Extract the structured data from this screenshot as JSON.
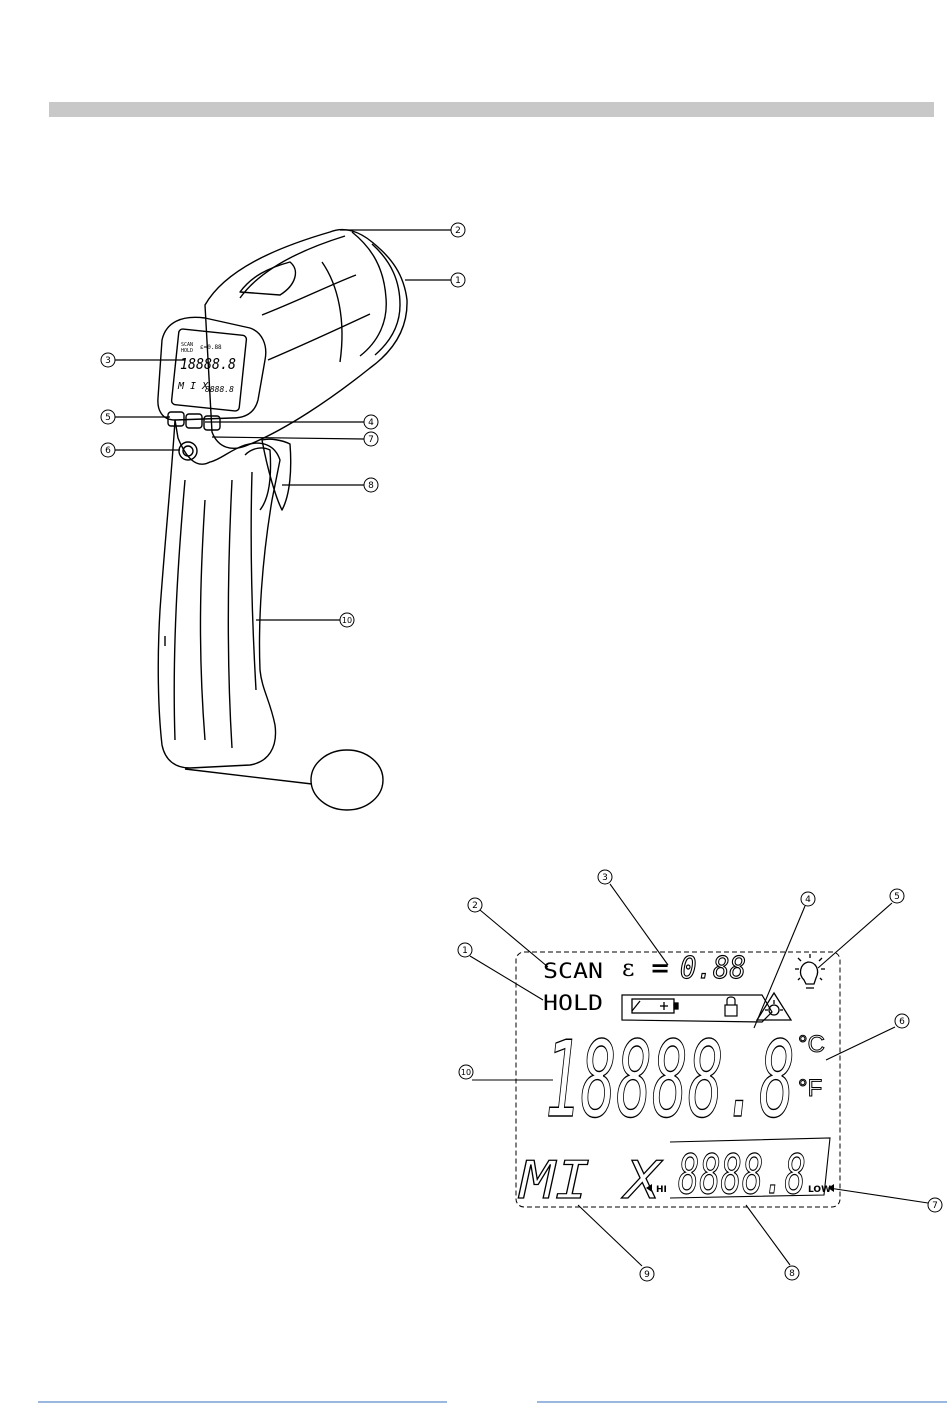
{
  "callouts": {
    "gun": [
      {
        "id": "g1",
        "num": "1"
      },
      {
        "id": "g2",
        "num": "2"
      },
      {
        "id": "g3",
        "num": "3"
      },
      {
        "id": "g4",
        "num": "4"
      },
      {
        "id": "g5",
        "num": "5"
      },
      {
        "id": "g6",
        "num": "6"
      },
      {
        "id": "g7",
        "num": "7"
      },
      {
        "id": "g8",
        "num": "8"
      },
      {
        "id": "g10",
        "num": "10"
      }
    ],
    "lcd": [
      {
        "id": "l1",
        "num": "1"
      },
      {
        "id": "l2",
        "num": "2"
      },
      {
        "id": "l3",
        "num": "3"
      },
      {
        "id": "l4",
        "num": "4"
      },
      {
        "id": "l5",
        "num": "5"
      },
      {
        "id": "l6",
        "num": "6"
      },
      {
        "id": "l7",
        "num": "7"
      },
      {
        "id": "l8",
        "num": "8"
      },
      {
        "id": "l9",
        "num": "9"
      },
      {
        "id": "l10",
        "num": "10"
      }
    ]
  },
  "mini_lcd": {
    "scan": "SCAN",
    "hold": "HOLD",
    "emissivity": "ε=0.88",
    "reading": "18888.8",
    "mode": "M I X",
    "sub_reading": "8888.8"
  },
  "lcd": {
    "scan": "SCAN",
    "hold": "HOLD",
    "epsilon": "ε",
    "equals": "=",
    "emissivity": "0.88",
    "main_reading": "18888.8",
    "unit_c": "°C",
    "unit_f": "°F",
    "mode": "MI X",
    "hi": "HI",
    "sub_reading": "8888.8",
    "low": "LOW"
  }
}
